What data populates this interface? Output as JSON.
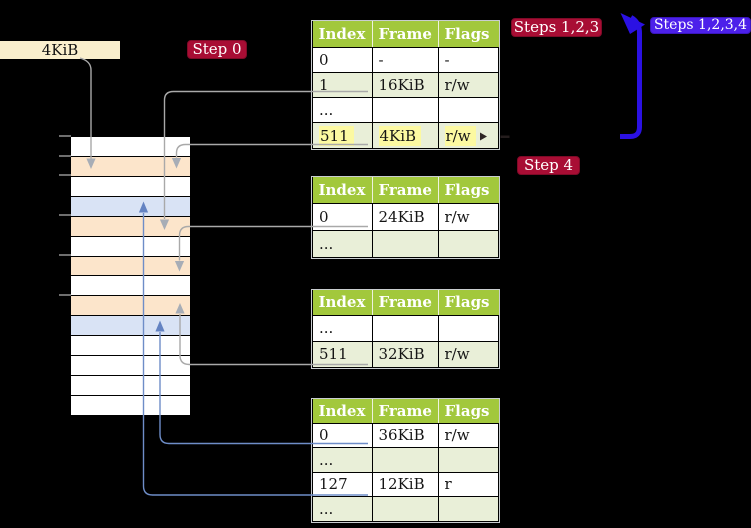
{
  "frame_label": "4KiB",
  "badges": {
    "step0": "Step 0",
    "steps123": "Steps 1,2,3",
    "steps1234": "Steps 1,2,3,4",
    "step4": "Step 4"
  },
  "memory": {
    "description": "physical memory frames, one row per 4KiB frame",
    "row_colors": [
      "white",
      "peach",
      "white",
      "blue",
      "peach",
      "white",
      "peach",
      "white",
      "peach",
      "blue",
      "white",
      "white",
      "white",
      "white"
    ],
    "tick_count": 6
  },
  "page_tables": [
    {
      "name": "page-table-1",
      "headers": [
        "Index",
        "Frame",
        "Flags"
      ],
      "rows": [
        {
          "index": "0",
          "frame": "-",
          "flags": "-",
          "shaded": false,
          "highlighted": false
        },
        {
          "index": "1",
          "frame": "16KiB",
          "flags": "r/w",
          "shaded": true,
          "highlighted": false
        },
        {
          "index": "...",
          "frame": "",
          "flags": "",
          "shaded": false,
          "highlighted": false
        },
        {
          "index": "511",
          "frame": "4KiB",
          "flags": "r/w",
          "shaded": true,
          "highlighted": true
        }
      ]
    },
    {
      "name": "page-table-2",
      "headers": [
        "Index",
        "Frame",
        "Flags"
      ],
      "rows": [
        {
          "index": "0",
          "frame": "24KiB",
          "flags": "r/w",
          "shaded": false,
          "highlighted": false
        },
        {
          "index": "...",
          "frame": "",
          "flags": "",
          "shaded": true,
          "highlighted": false
        }
      ]
    },
    {
      "name": "page-table-3",
      "headers": [
        "Index",
        "Frame",
        "Flags"
      ],
      "rows": [
        {
          "index": "...",
          "frame": "",
          "flags": "",
          "shaded": false,
          "highlighted": false
        },
        {
          "index": "511",
          "frame": "32KiB",
          "flags": "r/w",
          "shaded": true,
          "highlighted": false
        }
      ]
    },
    {
      "name": "page-table-4",
      "headers": [
        "Index",
        "Frame",
        "Flags"
      ],
      "rows": [
        {
          "index": "0",
          "frame": "36KiB",
          "flags": "r/w",
          "shaded": false,
          "highlighted": false
        },
        {
          "index": "...",
          "frame": "",
          "flags": "",
          "shaded": true,
          "highlighted": false
        },
        {
          "index": "127",
          "frame": "12KiB",
          "flags": "r",
          "shaded": false,
          "highlighted": false
        },
        {
          "index": "...",
          "frame": "",
          "flags": "",
          "shaded": true,
          "highlighted": false
        }
      ]
    }
  ],
  "colors": {
    "background": "#000000",
    "table_header_bg": "#A2C83C",
    "table_row_shaded_bg": "#E9EFD8",
    "table_row_plain_bg": "#FFFFFF",
    "highlight_yellow": "#FCF9A1",
    "frame_label_bg": "#FAEFCD",
    "red_badge_bg": "#A80D34",
    "blue_badge_bg": "#4C20EA",
    "big_arrow_blue": "#2B11E3",
    "connector_gray": "#A9A9A9",
    "connector_blue": "#6E8DC8",
    "memory_peach": "#FCE5CB",
    "memory_blue": "#D9E3F5",
    "memory_white": "#FFFFFF",
    "tick_gray": "#6E6E6E"
  }
}
